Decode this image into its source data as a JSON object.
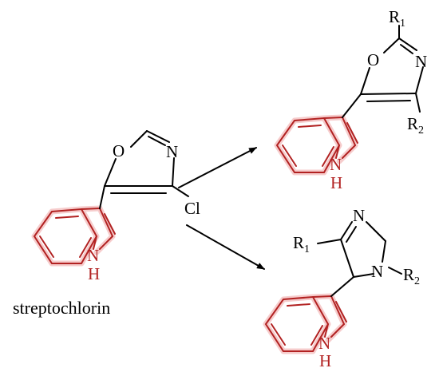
{
  "colors": {
    "indole": "#b22222",
    "indole_highlight": "#f6cccc",
    "bonds": "#000000",
    "background": "#ffffff"
  },
  "atoms": {
    "oxygen": "O",
    "nitrogen": "N",
    "chlorine": "Cl",
    "amine_h": "H",
    "r": "R",
    "sub1": "1",
    "sub2": "2"
  },
  "caption": "streptochlorin",
  "arrows": [
    "arrow-to-oxazole",
    "arrow-to-imidazole"
  ]
}
